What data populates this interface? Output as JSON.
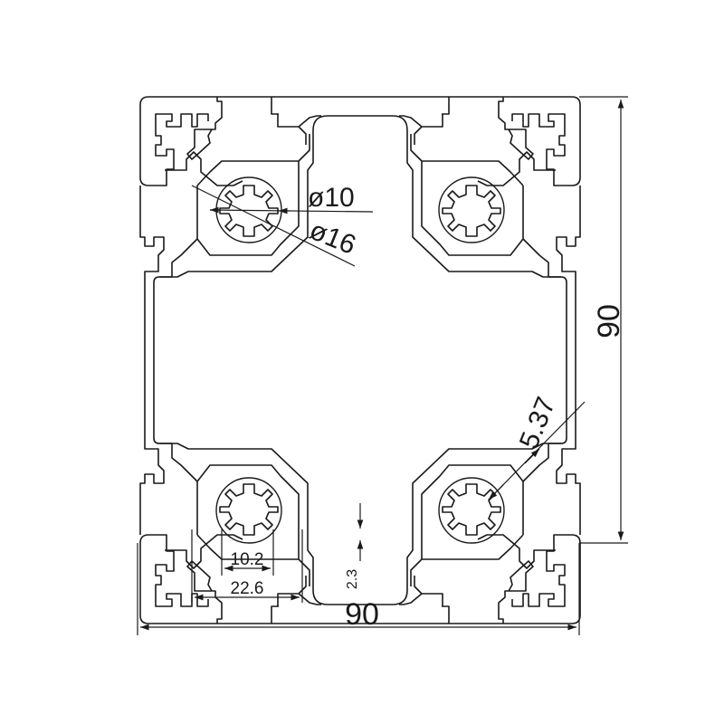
{
  "drawing": {
    "dimensions": {
      "overall_width": "90",
      "overall_height": "90",
      "bore_inner": "ø10",
      "bore_outer": "ø16",
      "corner_wall": "5.37",
      "slot_opening": "10.2",
      "slot_width": "22.6",
      "wall_thickness": "2.3"
    }
  }
}
